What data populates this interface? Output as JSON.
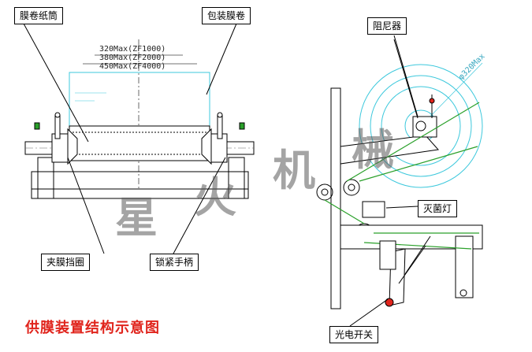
{
  "labels": {
    "film_tube": "膜卷纸筒",
    "film_roll": "包装膜卷",
    "damper": "阻尼器",
    "uv_lamp": "灭菌灯",
    "clamp_ring": "夹膜挡圈",
    "lock_handle": "锁紧手柄",
    "photo_switch": "光电开关"
  },
  "dimensions": [
    "320Max(ZF1000)",
    "380Max(ZF2000)",
    "450Max(ZF4000)"
  ],
  "radius_note": "φ320Max",
  "watermark": [
    "星",
    "火",
    "机",
    "械"
  ],
  "caption": "供膜装置结构示意图",
  "colors": {
    "caption": "#e0241c",
    "cyan": "#3cc8dc",
    "green": "#2aa02a",
    "line": "#000000"
  }
}
